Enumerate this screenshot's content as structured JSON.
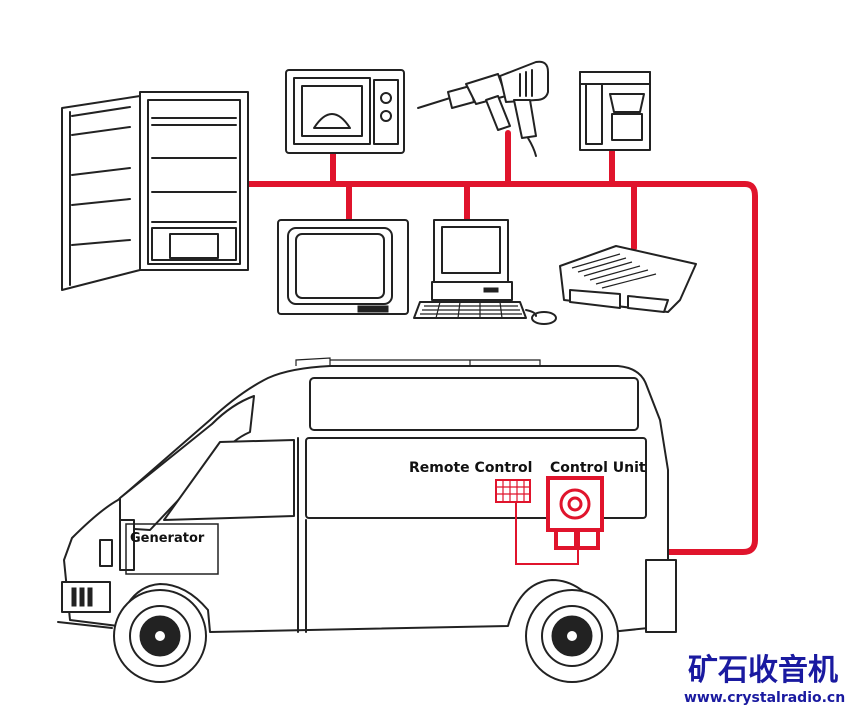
{
  "labels": {
    "remote_control": "Remote Control",
    "control_unit": "Control Unit",
    "generator": "Generator"
  },
  "watermark": {
    "chinese": "矿石收音机",
    "url": "www.crystalradio.cn"
  },
  "colors": {
    "wire": "#e0142c",
    "outline": "#222222",
    "watermark": "#1a1aa0"
  },
  "icons": [
    "refrigerator-icon",
    "microwave-icon",
    "drill-icon",
    "heat-gun-icon",
    "coffee-maker-icon",
    "television-icon",
    "computer-icon",
    "air-conditioner-icon",
    "van-icon",
    "generator-icon",
    "remote-control-icon",
    "control-unit-icon"
  ]
}
